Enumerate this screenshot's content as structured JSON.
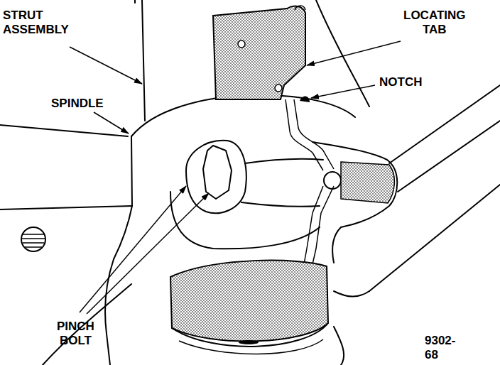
{
  "diagram": {
    "labels": [
      "STRUT ASSEMBLY",
      "SPINDLE",
      "LOCATING TAB",
      "NOTCH",
      "PINCH BOLT",
      "9302-68"
    ]
  }
}
